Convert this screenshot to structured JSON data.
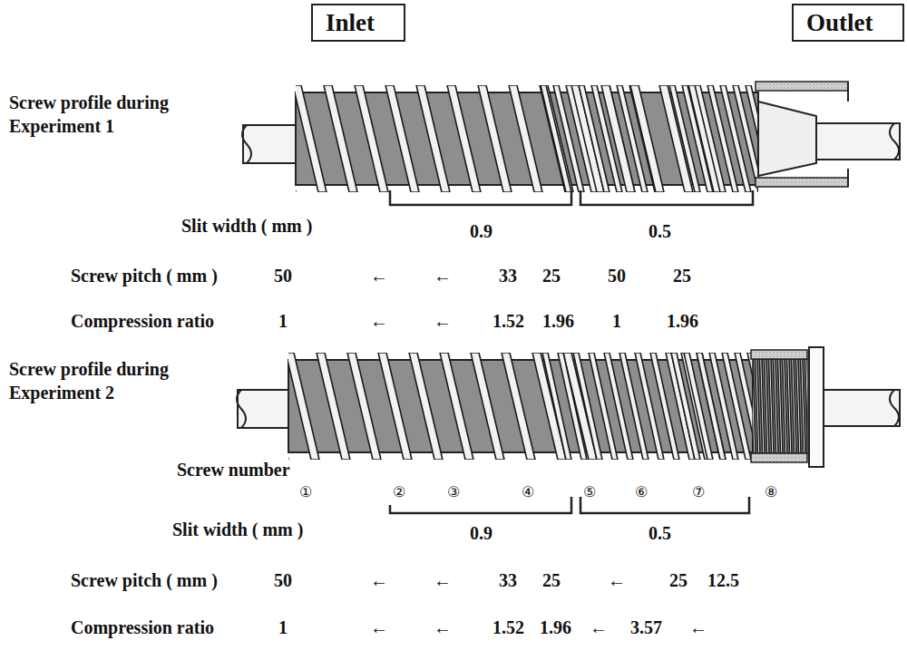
{
  "diagram": {
    "nodes": [
      {
        "text": [
          "Inlet"
        ]
      },
      {
        "text": [
          "Outlet"
        ]
      }
    ],
    "labels": [
      "Screw profile during Experiment 1",
      "Slit width ( mm )",
      "0.9",
      "0.5",
      "Screw pitch ( mm )",
      "50",
      "←",
      "←",
      "33",
      "25",
      "50",
      "25",
      "Compression ratio",
      "1",
      "←",
      "←",
      "1.52",
      "1.96",
      "1",
      "1.96",
      "Screw profile during Experiment 2",
      "Screw number",
      "①",
      "②",
      "③",
      "④",
      "⑤",
      "⑥",
      "⑦",
      "⑧",
      "Slit width ( mm )",
      "0.9",
      "0.5",
      "Screw pitch ( mm )",
      "50",
      "←",
      "←",
      "33",
      "25",
      "←",
      "25",
      "12.5",
      "Compression ratio",
      "1",
      "←",
      "←",
      "1.52",
      "1.96",
      "←",
      "3.57",
      "←"
    ]
  }
}
